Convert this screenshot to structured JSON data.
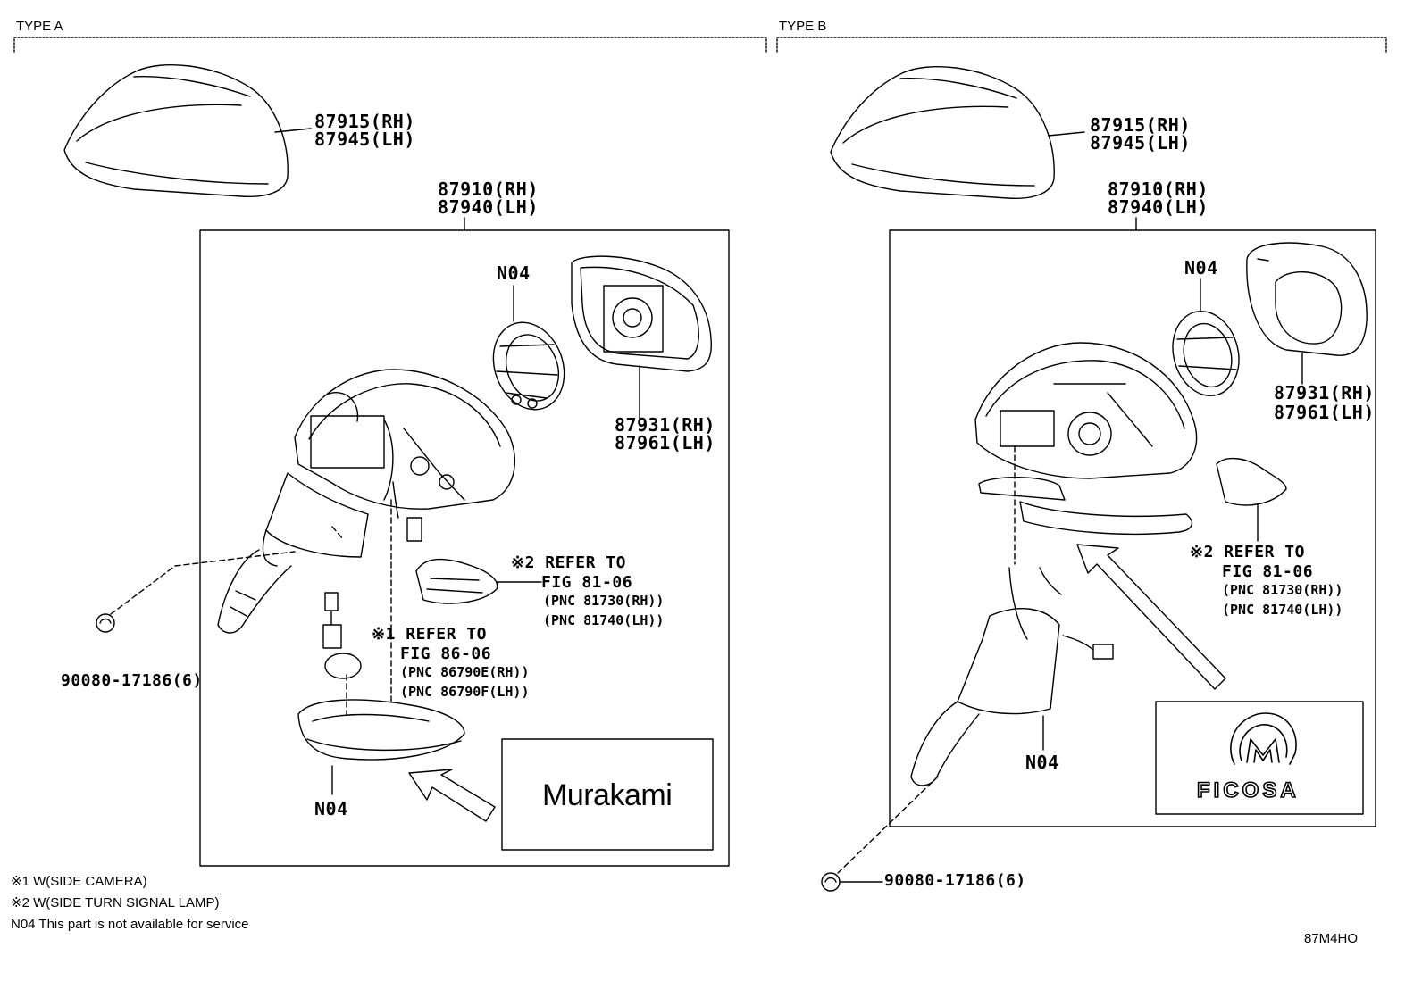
{
  "sections": {
    "a": {
      "title": "TYPE A"
    },
    "b": {
      "title": "TYPE B"
    }
  },
  "type_a": {
    "cover_rh": "87915(RH)",
    "cover_lh": "87945(LH)",
    "assy_rh": "87910(RH)",
    "assy_lh": "87940(LH)",
    "n04_top": "N04",
    "glass_rh": "87931(RH)",
    "glass_lh": "87961(LH)",
    "ref2_a": "※2 REFER TO",
    "ref2_b": "FIG 81-06",
    "ref2_c": "(PNC 81730(RH))",
    "ref2_d": "(PNC 81740(LH))",
    "ref1_a": "※1 REFER TO",
    "ref1_b": "FIG 86-06",
    "ref1_c": "(PNC 86790E(RH))",
    "ref1_d": "(PNC 86790F(LH))",
    "screw": "90080-17186(6)",
    "n04_bottom": "N04",
    "brand": "Murakami"
  },
  "type_b": {
    "cover_rh": "87915(RH)",
    "cover_lh": "87945(LH)",
    "assy_rh": "87910(RH)",
    "assy_lh": "87940(LH)",
    "n04_top": "N04",
    "glass_rh": "87931(RH)",
    "glass_lh": "87961(LH)",
    "ref2_a": "※2 REFER TO",
    "ref2_b": "FIG 81-06",
    "ref2_c": "(PNC 81730(RH))",
    "ref2_d": "(PNC 81740(LH))",
    "n04_bottom": "N04",
    "screw": "90080-17186(6)",
    "brand": "FICOSA"
  },
  "notes": {
    "n1": "※1 W(SIDE CAMERA)",
    "n2": "※2 W(SIDE TURN SIGNAL LAMP)",
    "n3": "N04 This part is not available for service"
  },
  "figure_id": "87M4HO"
}
